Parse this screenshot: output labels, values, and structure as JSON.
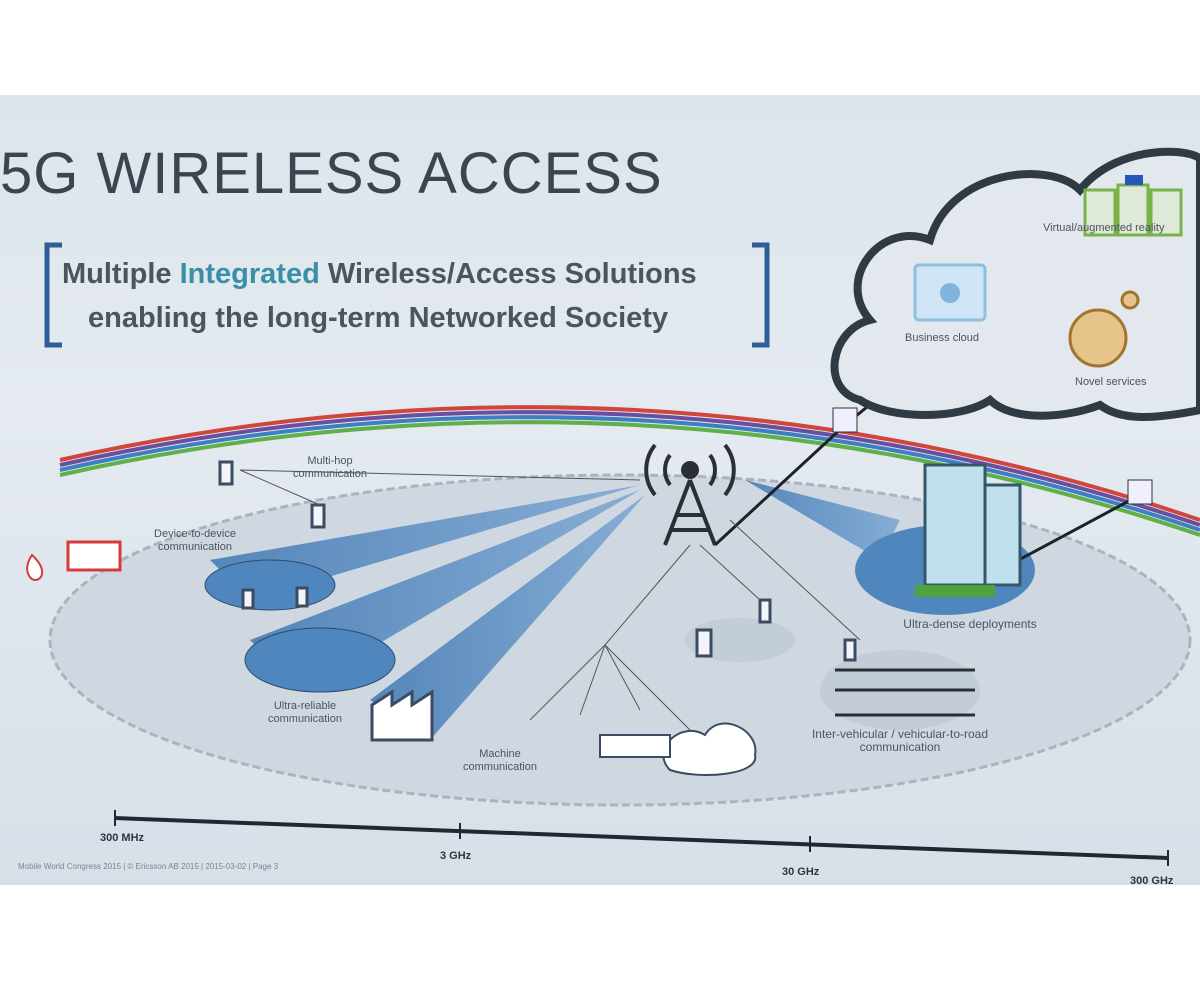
{
  "title": "5G WIRELESS ACCESS",
  "subtitle": {
    "line1_prefix": "Multiple ",
    "line1_highlight": "Integrated",
    "line1_suffix": " Wireless/Access Solutions",
    "line2": "enabling the long-term Networked Society"
  },
  "cloud": {
    "business_cloud": "Business cloud",
    "virtual_reality": "Virtual/augmented reality",
    "novel_services": "Novel services"
  },
  "labels": {
    "multi_hop": "Multi-hop communication",
    "d2d": "Device-to-device communication",
    "ultra_reliable": "Ultra-reliable communication",
    "machine": "Machine communication",
    "vehicular": "Inter-vehicular / vehicular-to-road communication",
    "ultra_dense": "Ultra-dense deployments"
  },
  "frequency_axis": [
    "300 MHz",
    "3 GHz",
    "30 GHz",
    "300 GHz"
  ],
  "footer": "Mobile World Congress 2015 | © Ericsson AB 2015 | 2015-03-02 | Page 3",
  "colors": {
    "accent": "#3a8fa8",
    "beam": "#4f86bd",
    "title": "#3b4550"
  }
}
